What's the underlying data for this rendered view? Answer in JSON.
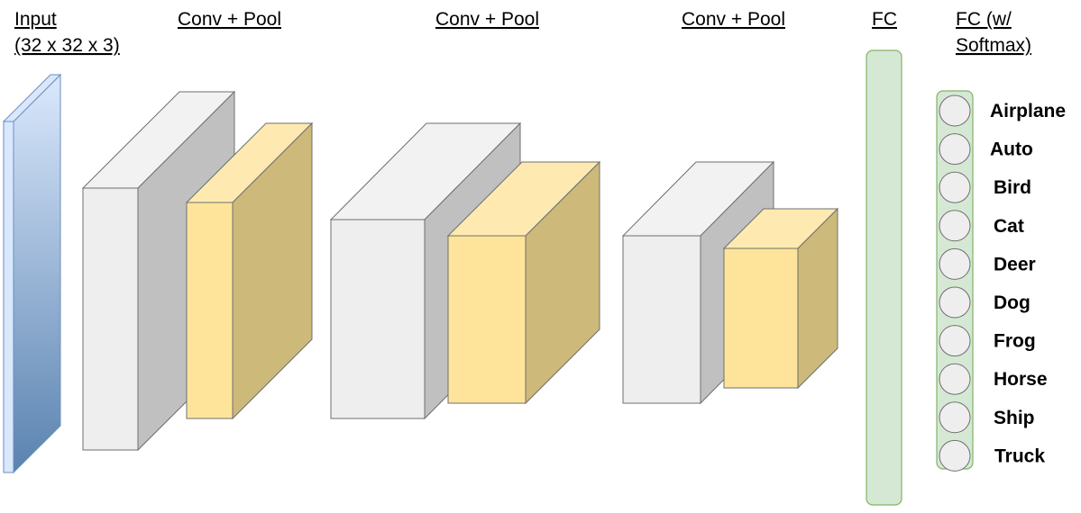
{
  "headers": {
    "input_line1": "Input",
    "input_line2": "(32 x 32 x 3)",
    "conv_pool_1": "Conv + Pool",
    "conv_pool_2": "Conv + Pool",
    "conv_pool_3": "Conv + Pool",
    "fc": "FC",
    "fc_softmax_line1": "FC (w/",
    "fc_softmax_line2": "Softmax)"
  },
  "classes": [
    "Airplane",
    "Auto",
    "Bird",
    "Cat",
    "Deer",
    "Dog",
    "Frog",
    "Horse",
    "Ship",
    "Truck"
  ],
  "colors": {
    "input_top": "#dae8fc",
    "input_bottom": "#5a83b0",
    "input_stroke": "#6c8ebf",
    "conv_front": "#eeeeee",
    "conv_side": "#c0c0c0",
    "conv_top": "#f2f2f2",
    "pool_front": "#fde49a",
    "pool_side": "#cdb97a",
    "pool_top": "#feeab0",
    "fc_fill": "#d5e8d4",
    "fc_stroke": "#82b366",
    "node_fill": "#eeeeee",
    "edge_stroke": "#6f6f6f"
  }
}
